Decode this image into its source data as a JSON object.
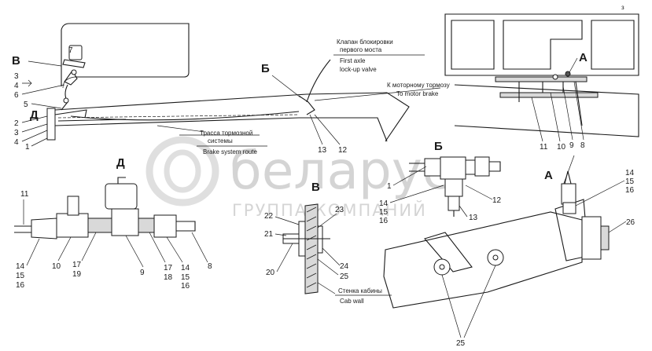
{
  "watermark": {
    "brand": "беларус",
    "group": "ГРУППА КОМПАНИЙ"
  },
  "labels": {
    "lock_valve_ru_1": "Клапан блокировки",
    "lock_valve_ru_2": "первого моста",
    "lock_valve_en_1": "First axle",
    "lock_valve_en_2": "lock-up valve",
    "motor_brake_ru": "К моторному тормозу",
    "motor_brake_en": "To motor brake",
    "brake_route_ru_1": "Трасса тормозной",
    "brake_route_ru_2": "системы",
    "brake_route_en": "Brake system route",
    "cab_wall_ru": "Стенка кабины",
    "cab_wall_en": "Cab wall",
    "corner_mark": "з"
  },
  "views": {
    "A_top": "А",
    "A_detail": "А",
    "B_top": "Б",
    "B_detail": "Б",
    "V_top": "В",
    "V_detail": "В",
    "D_top": "Д",
    "D_detail": "Д"
  },
  "callouts": {
    "c7": "7",
    "c3": "3",
    "c4a": "4",
    "c6": "6",
    "c5": "5",
    "c2": "2",
    "c3b": "3",
    "c4b": "4",
    "c1": "1",
    "c13_top": "13",
    "c12_top": "12",
    "c11_top": "11",
    "c10_top": "10",
    "c9_top": "9",
    "c8_top": "8",
    "c11_d": "11",
    "c14_dl": "14",
    "c15_dl": "15",
    "c16_dl": "16",
    "c10_d": "10",
    "c17_d": "17",
    "c19_d": "19",
    "c9_d": "9",
    "c17_dr": "17",
    "c18_dr": "18",
    "c14_dr": "14",
    "c15_dr": "15",
    "c16_dr": "16",
    "c8_d": "8",
    "c22": "22",
    "c23": "23",
    "c21": "21",
    "c20": "20",
    "c24": "24",
    "c25_v": "25",
    "c1_b": "1",
    "c14_b": "14",
    "c15_b": "15",
    "c16_b": "16",
    "c12_b": "12",
    "c13_b": "13",
    "c14_a": "14",
    "c15_a": "15",
    "c16_a": "16",
    "c26": "26",
    "c25_a": "25"
  }
}
